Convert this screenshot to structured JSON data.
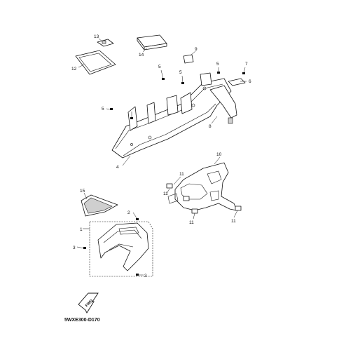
{
  "diagram": {
    "code": "5WXE300-D170",
    "fwd_label": "FWD",
    "callouts": [
      "1",
      "2",
      "3",
      "3",
      "4",
      "5",
      "5",
      "5",
      "5",
      "6",
      "7",
      "8",
      "9",
      "10",
      "11",
      "11",
      "11",
      "11",
      "12",
      "13",
      "14",
      "15"
    ]
  }
}
